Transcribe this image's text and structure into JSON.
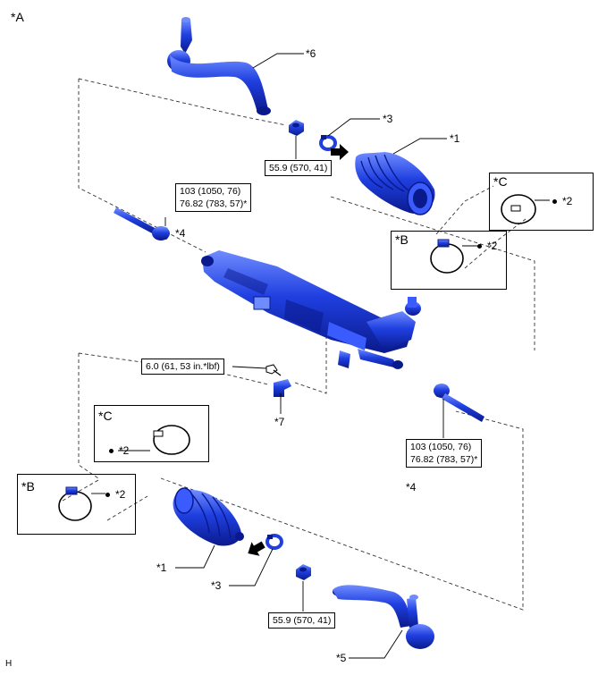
{
  "view_label": "*A",
  "corner_code": "H",
  "callouts": {
    "boot": "*1",
    "clip": "*2",
    "clamp": "*3",
    "tie_rod": "*4",
    "knuckle_arm_lower": "*5",
    "knuckle_arm_upper": "*6",
    "bracket": "*7"
  },
  "inserts": {
    "b": "*B",
    "c": "*C"
  },
  "torque": {
    "nut": "55.9 (570, 41)",
    "tie_rod_line1": "103 (1050, 76)",
    "tie_rod_line2": "76.82 (783, 57)*",
    "bolt": "6.0 (61, 53 in.*lbf)"
  },
  "colors": {
    "part_blue": "#1f3fe0",
    "part_dark": "#0a1a8c",
    "part_light": "#6f8cff",
    "line": "#000000"
  }
}
